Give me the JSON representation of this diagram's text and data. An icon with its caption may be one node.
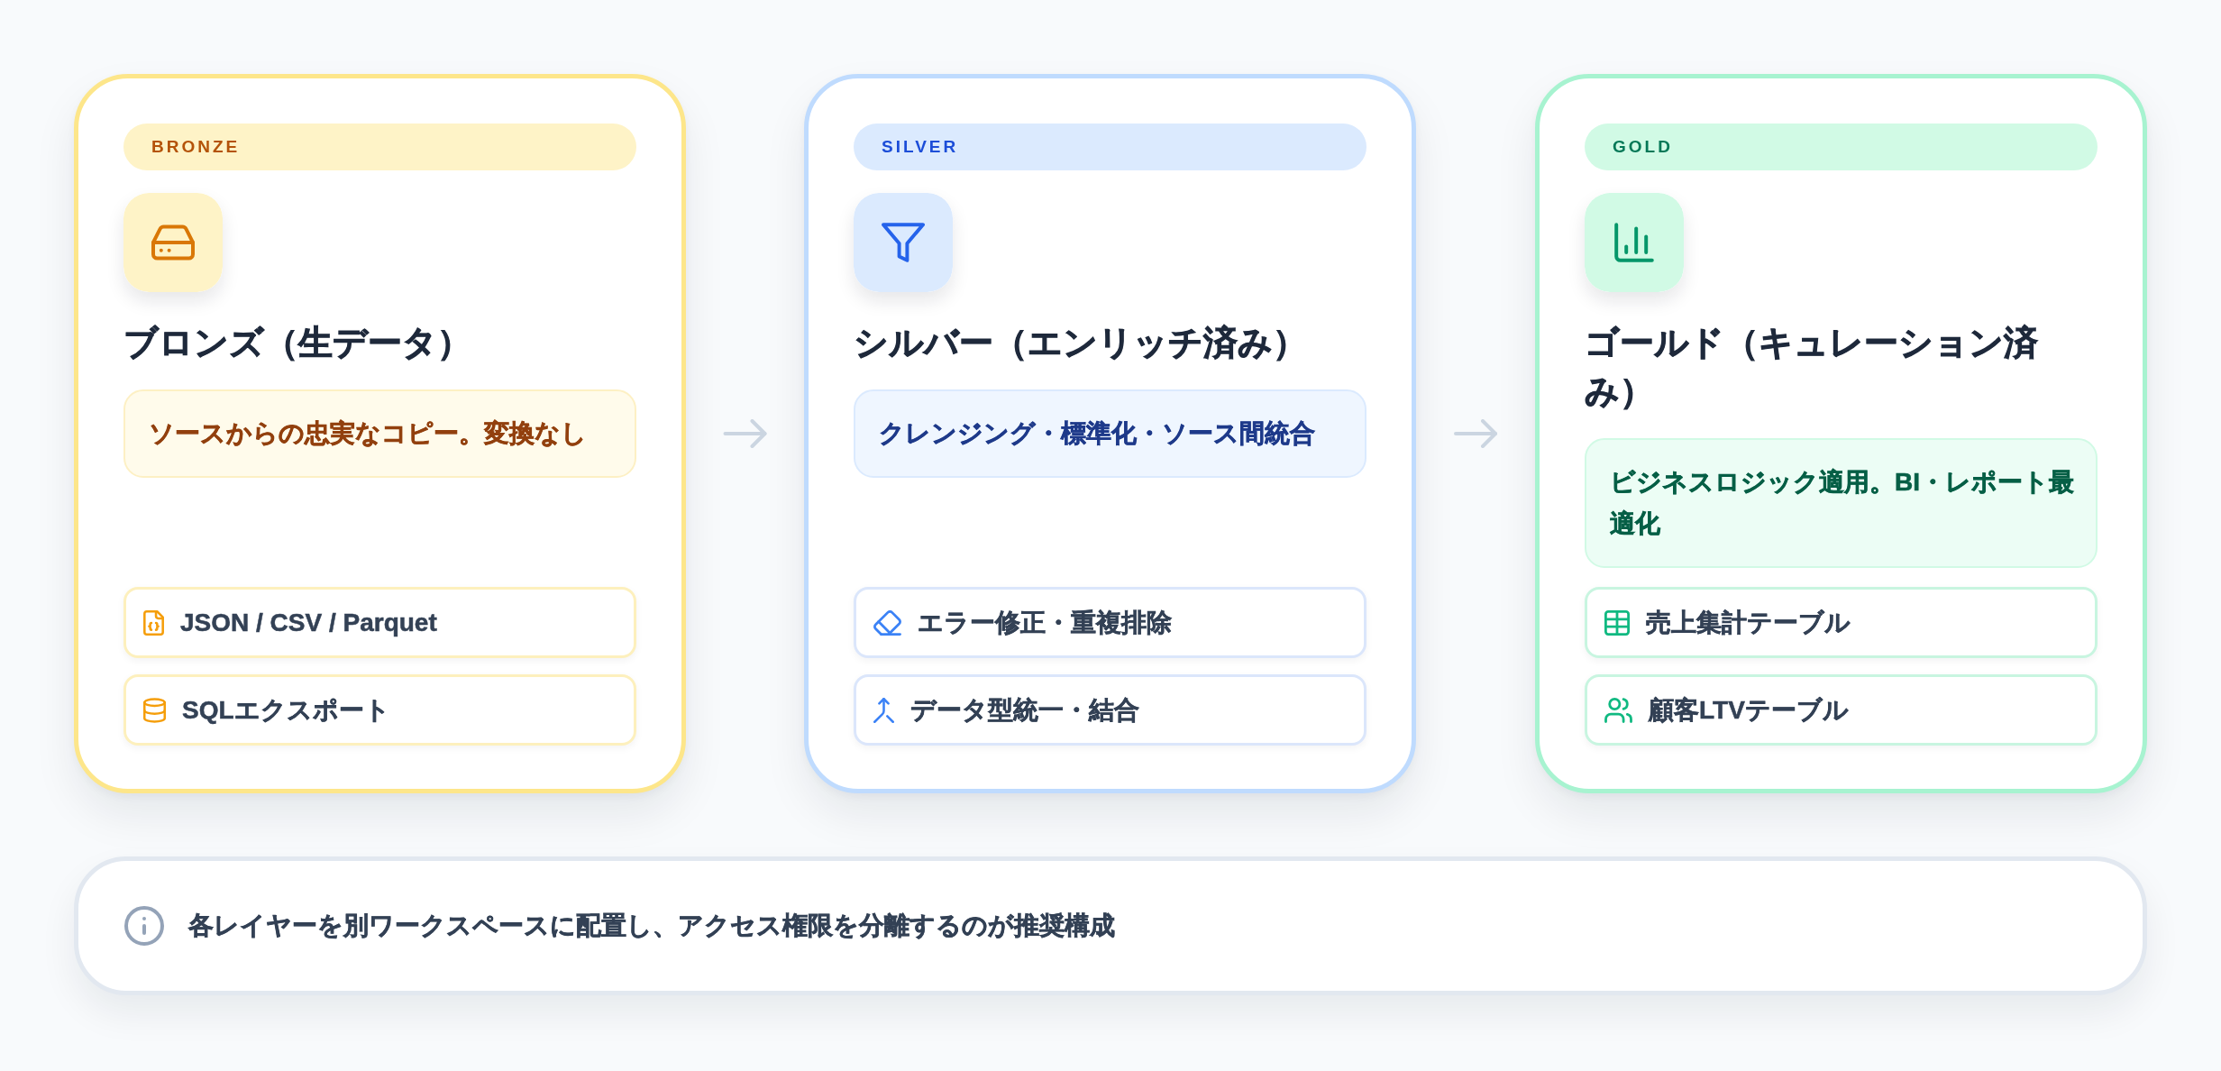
{
  "diagram": {
    "nodes": [
      {
        "text": [
          "ブロンズ（生データ）"
        ]
      },
      {
        "text": [
          "BRONZE"
        ],
        "in": 0
      },
      {
        "text": [
          "ソースからの忠実なコピー。変換なし"
        ],
        "in": 0
      },
      {
        "text": [
          "JSON / CSV / Parquet"
        ],
        "in": 0
      },
      {
        "text": [
          "SQLエクスポート"
        ],
        "in": 0
      },
      {
        "text": [
          "シルバー（エンリッチ済み）"
        ]
      },
      {
        "text": [
          "SILVER"
        ],
        "in": 5
      },
      {
        "text": [
          "クレンジング・標準化・ソース間統合"
        ],
        "in": 5
      },
      {
        "text": [
          "エラー修正・重複排除"
        ],
        "in": 5
      },
      {
        "text": [
          "データ型統一・結合"
        ],
        "in": 5
      },
      {
        "text": [
          "ゴールド（キュレーション済み）"
        ]
      },
      {
        "text": [
          "GOLD"
        ],
        "in": 10
      },
      {
        "text": [
          "ビジネスロジック適用。BI・レポート最適化"
        ],
        "in": 10
      },
      {
        "text": [
          "売上集計テーブル"
        ],
        "in": 10
      },
      {
        "text": [
          "顧客LTVテーブル"
        ],
        "in": 10
      },
      {
        "text": [
          "各レイヤーを別ワークスペースに配置し、アクセス権限を分離するのが推奨構成"
        ]
      }
    ],
    "edges": [
      {
        "from": 0,
        "to": 5,
        "arrow": "to"
      },
      {
        "from": 5,
        "to": 10,
        "arrow": "to"
      }
    ]
  }
}
